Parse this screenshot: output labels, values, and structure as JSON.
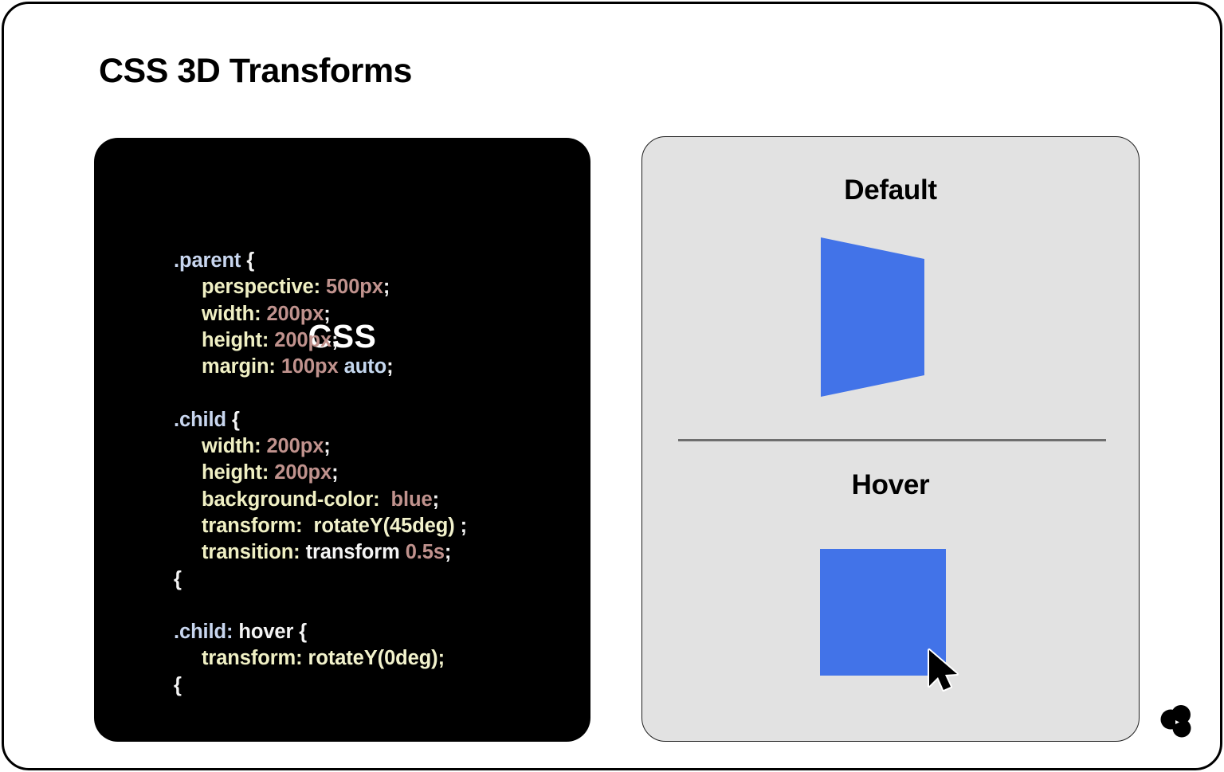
{
  "page": {
    "title": "CSS 3D Transforms"
  },
  "code_panel": {
    "heading": "CSS",
    "lines": [
      {
        "indent": 0,
        "tokens": [
          {
            "text": ".parent",
            "type": "selector"
          },
          {
            "text": " {",
            "type": "plain"
          }
        ]
      },
      {
        "indent": 1,
        "tokens": [
          {
            "text": "perspective:",
            "type": "property"
          },
          {
            "text": " ",
            "type": "plain"
          },
          {
            "text": "500px",
            "type": "value"
          },
          {
            "text": ";",
            "type": "plain"
          }
        ]
      },
      {
        "indent": 1,
        "tokens": [
          {
            "text": "width:",
            "type": "property"
          },
          {
            "text": " ",
            "type": "plain"
          },
          {
            "text": "200px",
            "type": "value"
          },
          {
            "text": ";",
            "type": "plain"
          }
        ]
      },
      {
        "indent": 1,
        "tokens": [
          {
            "text": "height:",
            "type": "property"
          },
          {
            "text": " ",
            "type": "plain"
          },
          {
            "text": "200px",
            "type": "value"
          },
          {
            "text": ";",
            "type": "plain"
          }
        ]
      },
      {
        "indent": 1,
        "tokens": [
          {
            "text": "margin:",
            "type": "property"
          },
          {
            "text": " ",
            "type": "plain"
          },
          {
            "text": "100px",
            "type": "value"
          },
          {
            "text": " ",
            "type": "plain"
          },
          {
            "text": "auto",
            "type": "keyword"
          },
          {
            "text": ";",
            "type": "plain"
          }
        ]
      },
      {
        "indent": 0,
        "tokens": []
      },
      {
        "indent": 0,
        "tokens": [
          {
            "text": ".child",
            "type": "selector"
          },
          {
            "text": " {",
            "type": "plain"
          }
        ]
      },
      {
        "indent": 1,
        "tokens": [
          {
            "text": "width:",
            "type": "property"
          },
          {
            "text": " ",
            "type": "plain"
          },
          {
            "text": "200px",
            "type": "value"
          },
          {
            "text": ";",
            "type": "plain"
          }
        ]
      },
      {
        "indent": 1,
        "tokens": [
          {
            "text": "height:",
            "type": "property"
          },
          {
            "text": " ",
            "type": "plain"
          },
          {
            "text": "200px",
            "type": "value"
          },
          {
            "text": ";",
            "type": "plain"
          }
        ]
      },
      {
        "indent": 1,
        "tokens": [
          {
            "text": "background-color:",
            "type": "property"
          },
          {
            "text": "  ",
            "type": "plain"
          },
          {
            "text": "blue",
            "type": "value"
          },
          {
            "text": ";",
            "type": "plain"
          }
        ]
      },
      {
        "indent": 1,
        "tokens": [
          {
            "text": "transform:",
            "type": "property"
          },
          {
            "text": "  ",
            "type": "plain"
          },
          {
            "text": "rotateY(45deg)",
            "type": "function"
          },
          {
            "text": " ;",
            "type": "plain"
          }
        ]
      },
      {
        "indent": 1,
        "tokens": [
          {
            "text": "transition:",
            "type": "property"
          },
          {
            "text": " ",
            "type": "plain"
          },
          {
            "text": "transform",
            "type": "plain"
          },
          {
            "text": " ",
            "type": "plain"
          },
          {
            "text": "0.5s",
            "type": "value"
          },
          {
            "text": ";",
            "type": "plain"
          }
        ]
      },
      {
        "indent": 0,
        "tokens": [
          {
            "text": "{",
            "type": "plain"
          }
        ]
      },
      {
        "indent": 0,
        "tokens": []
      },
      {
        "indent": 0,
        "tokens": [
          {
            "text": ".child:",
            "type": "selector"
          },
          {
            "text": " hover {",
            "type": "plain"
          }
        ]
      },
      {
        "indent": 1,
        "tokens": [
          {
            "text": "transform:",
            "type": "property"
          },
          {
            "text": " ",
            "type": "plain"
          },
          {
            "text": "rotateY(0deg);",
            "type": "function"
          }
        ]
      },
      {
        "indent": 0,
        "tokens": [
          {
            "text": "{",
            "type": "plain"
          }
        ]
      }
    ]
  },
  "preview_panel": {
    "default_label": "Default",
    "hover_label": "Hover",
    "shape_color": "#4273e8",
    "panel_background": "#e2e2e2",
    "divider_color": "#6e6e6e",
    "cursor_icon": "arrow-pointer-icon",
    "default_state_transform": "rotateY(45deg)",
    "hover_state_transform": "rotateY(0deg)"
  },
  "brand": {
    "logo_icon": "three-circle-clover-logo"
  },
  "theme": {
    "frame_border": "#000000",
    "code_background": "#000000",
    "selector_color": "#c8d6ef",
    "property_color": "#f0f0c4",
    "value_color": "#c0928d",
    "keyword_color": "#c5d8ef",
    "plain_color": "#f4f4f4"
  }
}
